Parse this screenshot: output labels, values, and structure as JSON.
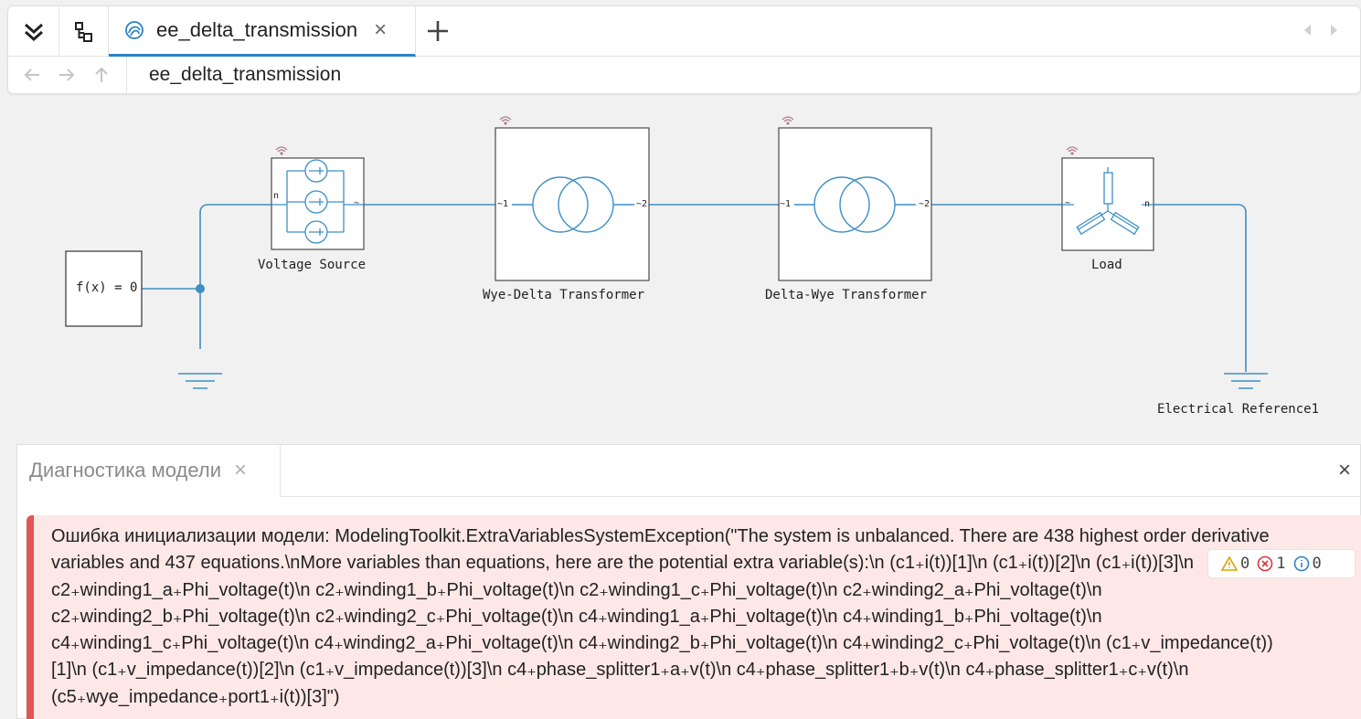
{
  "tabs": [
    {
      "title": "ee_delta_transmission",
      "close": "×"
    }
  ],
  "add_tab": "+",
  "breadcrumb": "ee_delta_transmission",
  "diagram": {
    "blocks": {
      "solver": "f(x) = 0",
      "voltage_source": "Voltage Source",
      "wye_delta": "Wye-Delta Transformer",
      "delta_wye": "Delta-Wye Transformer",
      "load": "Load",
      "ground_right": "Electrical Reference1"
    },
    "ports": {
      "vs_n": "n",
      "vs_out": "~",
      "wd_in": "~1",
      "wd_out": "~2",
      "dw_in": "~1",
      "dw_out": "~2",
      "load_in": "~",
      "load_n": "n"
    },
    "colors": {
      "wire": "#3d8fc6",
      "block_border": "#4a4a4a",
      "icon": "#3d8fc6",
      "signal": "#b07a8a"
    }
  },
  "diagnostics": {
    "title": "Диагностика модели",
    "close": "×",
    "panel_close": "×",
    "error": "Ошибка инициализации модели: ModelingToolkit.ExtraVariablesSystemException(\"The system is unbalanced. There are 438 highest order derivative\nvariables and 437 equations.\\nMore variables than equations, here are the potential extra variable(s):\\n (c1₊i(t))[1]\\n (c1₊i(t))[2]\\n (c1₊i(t))[3]\\n\nc2₊winding1_a₊Phi_voltage(t)\\n c2₊winding1_b₊Phi_voltage(t)\\n c2₊winding1_c₊Phi_voltage(t)\\n c2₊winding2_a₊Phi_voltage(t)\\n\nc2₊winding2_b₊Phi_voltage(t)\\n c2₊winding2_c₊Phi_voltage(t)\\n c4₊winding1_a₊Phi_voltage(t)\\n c4₊winding1_b₊Phi_voltage(t)\\n\nc4₊winding1_c₊Phi_voltage(t)\\n c4₊winding2_a₊Phi_voltage(t)\\n c4₊winding2_b₊Phi_voltage(t)\\n c4₊winding2_c₊Phi_voltage(t)\\n (c1₊v_impedance(t))\n[1]\\n (c1₊v_impedance(t))[2]\\n (c1₊v_impedance(t))[3]\\n c4₊phase_splitter1₊a₊v(t)\\n c4₊phase_splitter1₊b₊v(t)\\n c4₊phase_splitter1₊c₊v(t)\\n\n(c5₊wye_impedance₊port1₊i(t))[3]\")",
    "counters": {
      "warnings": "0",
      "errors": "1",
      "info": "0"
    },
    "colors": {
      "error_accent": "#e05555",
      "error_bg": "#fde7e7",
      "warning": "#d9a300",
      "error_icon": "#d9363e",
      "info": "#2c82c4"
    }
  }
}
